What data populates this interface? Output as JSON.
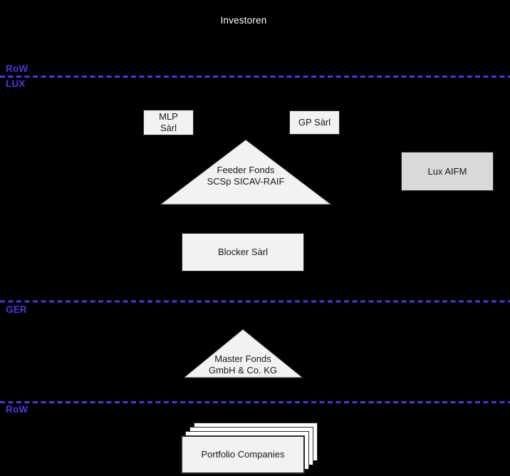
{
  "colors": {
    "background": "#000000",
    "accent": "#4F35E2",
    "shape_fill": "#F2F2F2",
    "aifm_fill": "#D9D9D9",
    "sheet_fill": "#FFFFFF",
    "title_text": "#FFFFFF"
  },
  "title": "Investoren",
  "zones": {
    "row_top": "RoW",
    "lux": "LUX",
    "ger": "GER",
    "row_bottom": "RoW"
  },
  "nodes": {
    "mlp": {
      "line1": "MLP",
      "line2": "Sàrl"
    },
    "gp": {
      "label": "GP Sàrl"
    },
    "lux_aifm": {
      "label": "Lux AIFM"
    },
    "feeder_fonds": {
      "line1": "Feeder Fonds",
      "line2": "SCSp SICAV-RAIF"
    },
    "blocker": {
      "label": "Blocker Sàrl"
    },
    "master_fonds": {
      "line1": "Master Fonds",
      "line2": "GmbH & Co. KG"
    },
    "portfolio": {
      "label": "Portfolio Companies"
    }
  }
}
